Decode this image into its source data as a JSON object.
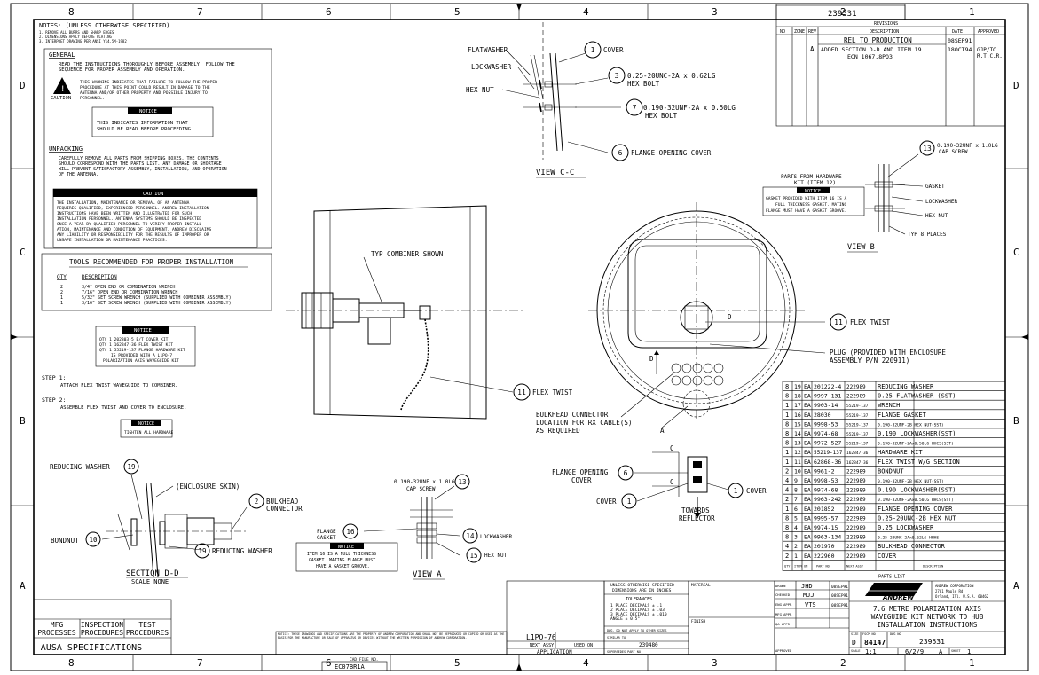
{
  "drawing_number": "239531",
  "border": {
    "top_cols": [
      "8",
      "7",
      "6",
      "5",
      "4",
      "3",
      "2",
      "1"
    ],
    "bottom_cols": [
      "8",
      "7",
      "6",
      "5",
      "4",
      "3",
      "2",
      "1"
    ],
    "left_rows": [
      "D",
      "C",
      "B",
      "A"
    ],
    "right_rows": [
      "D",
      "C",
      "B",
      "A"
    ]
  },
  "revisions": {
    "title": "REVISIONS",
    "headers": [
      "NO",
      "ZONE",
      "REV",
      "DESCRIPTION",
      "DATE",
      "APPROVED"
    ],
    "rows": [
      {
        "rev": "",
        "desc": "REL TO PRODUCTION",
        "date": "08SEP91",
        "appr": ""
      },
      {
        "rev": "A",
        "desc": "ADDED SECTION D-D AND ITEM 19.",
        "date": "18OCT94",
        "appr": "GJP/TC"
      },
      {
        "rev": "",
        "desc": "ECN 1067.8PO3",
        "date": "",
        "appr": "R.T.C.R."
      }
    ]
  },
  "notes": {
    "title": "NOTES: (UNLESS OTHERWISE SPECIFIED)",
    "lines": [
      "1. REMOVE ALL BURRS AND SHARP EDGES",
      "2. DIMENSIONS APPLY BEFORE PLATING",
      "3. INTERPRET DRAWING PER ANSI Y14.5M-1982"
    ]
  },
  "general": {
    "title": "GENERAL",
    "intro": [
      "READ THE INSTRUCTIONS THOROUGHLY BEFORE ASSEMBLY. FOLLOW THE",
      "SEQUENCE FOR PROPER ASSEMBLY AND OPERATION."
    ],
    "caution": [
      "THIS WARNING INDICATES THAT FAILURE TO FOLLOW THE PROPER",
      "PROCEDURE AT THIS POINT COULD RESULT IN DAMAGE TO THE",
      "ANTENNA AND/OR OTHER PROPERTY AND POSSIBLE INJURY TO"
    ],
    "caution_label": "CAUTION",
    "caution_tail": "PERSONNEL.",
    "notice_label": "NOTICE",
    "notice": [
      "THIS INDICATES INFORMATION THAT",
      "SHOULD BE READ BEFORE PROCEEDING."
    ]
  },
  "unpacking": {
    "title": "UNPACKING",
    "lines": [
      "CAREFULLY REMOVE ALL PARTS FROM SHIPPING BOXES. THE CONTENTS",
      "SHOULD CORRESPOND WITH THE PARTS LIST. ANY DAMAGE OR SHORTAGE",
      "WILL PREVENT SATISFACTORY ASSEMBLY, INSTALLATION, AND OPERATION",
      "OF THE ANTENNA."
    ]
  },
  "caution_box": {
    "label": "CAUTION",
    "lines": [
      "THE INSTALLATION, MAINTENANCE OR REMOVAL OF AN ANTENNA",
      "REQUIRES QUALIFIED, EXPERIENCED PERSONNEL. ANDREW INSTALLATION",
      "INSTRUCTIONS HAVE BEEN WRITTEN AND ILLUSTRATED FOR SUCH",
      "INSTALLATION PERSONNEL. ANTENNA SYSTEMS SHOULD BE INSPECTED",
      "ONCE A YEAR BY QUALIFIED PERSONNEL TO VERIFY PROPER INSTALL-",
      "ATION, MAINTENANCE AND CONDITION OF EQUIPMENT. ANDREW DISCLAIMS",
      "ANY LIABILITY OR RESPONSIBILITY FOR THE RESULTS OF IMPROPER OR",
      "UNSAFE INSTALLATION OR MAINTENANCE PRACTICES."
    ]
  },
  "tools": {
    "title": "TOOLS RECOMMENDED FOR PROPER INSTALLATION",
    "col_qty": "QTY",
    "col_desc": "DESCRIPTION",
    "rows": [
      {
        "qty": "2",
        "desc": "3/4\" OPEN END OR COMBINATION WRENCH"
      },
      {
        "qty": "2",
        "desc": "7/16\" OPEN END OR COMBINATION WRENCH"
      },
      {
        "qty": "1",
        "desc": "5/32\" SET SCREW WRENCH (SUPPLIED WITH COMBINER ASSEMBLY)"
      },
      {
        "qty": "1",
        "desc": "3/16\" SET SCREW WRENCH (SUPPLIED WITH COMBINER ASSEMBLY)"
      }
    ]
  },
  "kit_notice": {
    "label": "NOTICE",
    "lines": [
      "QTY 1 202803-5 B/T COVER KIT",
      "QTY 1 162847-36 FLEX TWIST KIT",
      "QTY 1 55219-137 FLANGE HARDWARE KIT",
      "IS PROVIDED WITH A L1PO-7",
      "POLARIZATION AXIS WAVEGUIDE KIT"
    ]
  },
  "steps": {
    "step1_label": "STEP 1:",
    "step1": "ATTACH FLEX TWIST WAVEGUIDE TO COMBINER.",
    "step2_label": "STEP 2:",
    "step2": "ASSEMBLE FLEX TWIST AND COVER TO ENCLOSURE.",
    "tighten_label": "NOTICE",
    "tighten": "TIGHTEN ALL HARDWARE"
  },
  "view_cc": {
    "title": "VIEW C-C",
    "labels": {
      "flatwasher": "FLATWASHER",
      "lockwasher": "LOCKWASHER",
      "hexnut": "HEX NUT",
      "cover": "COVER",
      "bolt1a": "0.25-20UNC-2A x 0.62LG",
      "bolt1b": "HEX BOLT",
      "bolt2a": "0.190-32UNF-2A x 0.50LG",
      "bolt2b": "HEX BOLT",
      "flange": "FLANGE OPENING COVER"
    },
    "balloons": [
      "1",
      "3",
      "7",
      "6"
    ]
  },
  "side_view": {
    "combiner": "TYP COMBINER SHOWN",
    "flex_label": "FLEX TWIST",
    "flex_balloon": "11"
  },
  "front_view": {
    "flex_label": "FLEX TWIST",
    "flex_balloon": "11",
    "plug": [
      "PLUG (PROVIDED WITH ENCLOSURE",
      "ASSEMBLY P/N 220911)"
    ],
    "bulkhead": [
      "BULKHEAD CONNECTOR",
      "LOCATION FOR RX CABLE(S)",
      "AS REQUIRED"
    ],
    "flange_open": [
      "FLANGE OPENING",
      "COVER"
    ],
    "cover1": "COVER",
    "cover2": "COVER",
    "towards": [
      "TOWARDS",
      "REFLECTOR"
    ],
    "letters": {
      "a": "A",
      "c1": "C",
      "c2": "C",
      "d1": "D",
      "d2": "D"
    },
    "balloons": {
      "b6": "6",
      "b1a": "1",
      "b1b": "1"
    }
  },
  "hardware_note": {
    "title": [
      "PARTS FROM HARDWARE",
      "KIT (ITEM 12)."
    ],
    "label": "NOTICE",
    "lines": [
      "GASKET PROVIDED WITH ITEM 16 IS A",
      "FULL THICKNESS GASKET. MATING",
      "FLANGE MUST HAVE A GASKET GROOVE."
    ]
  },
  "view_b": {
    "title": "VIEW B",
    "screw": [
      "0.190-32UNF x 1.0LG",
      "CAP SCREW"
    ],
    "balloon": "13",
    "gasket": "GASKET",
    "lockwasher": "LOCKWASHER",
    "hexnut": "HEX NUT",
    "typ": "TYP 8 PLACES"
  },
  "section_dd": {
    "title": "SECTION D-D",
    "scale": "SCALE NONE",
    "reducing1": "REDUCING WASHER",
    "skin": "(ENCLOSURE SKIN)",
    "bulkhead": [
      "BULKHEAD",
      "CONNECTOR"
    ],
    "bondnut": "BONDNUT",
    "reducing2": "REDUCING WASHER",
    "balloons": {
      "b19a": "19",
      "b2": "2",
      "b10": "10",
      "b19b": "19"
    }
  },
  "view_a": {
    "title": "VIEW A",
    "screw": [
      "0.190-32UNF x 1.0LG",
      "CAP SCREW"
    ],
    "flange_gasket": [
      "FLANGE",
      "GASKET"
    ],
    "lockwasher": "LOCKWASHER",
    "hexnut": "HEX NUT",
    "balloons": {
      "b13": "13",
      "b16": "16",
      "b14": "14",
      "b15": "15"
    },
    "notice_label": "NOTICE",
    "notice": [
      "ITEM 16 IS A FULL THICKNESS",
      "GASKET. MATING FLANGE MUST",
      "HAVE A GASKET GROOVE."
    ]
  },
  "parts_list": {
    "title": "PARTS LIST",
    "rows": [
      [
        "8",
        "19",
        "EA",
        "201222-4",
        "222989",
        "REDUCING WASHER"
      ],
      [
        "8",
        "18",
        "EA",
        "9997-131",
        "222989",
        "0.25 FLATWASHER (SST)"
      ],
      [
        "1",
        "17",
        "EA",
        "9903-14",
        "55219-137",
        "WRENCH"
      ],
      [
        "1",
        "16",
        "EA",
        "28030",
        "55219-137",
        "FLANGE GASKET"
      ],
      [
        "8",
        "15",
        "EA",
        "9998-53",
        "55219-137",
        "0.190-32UNF-2B HEX NUT(SST)"
      ],
      [
        "8",
        "14",
        "EA",
        "9974-68",
        "55219-137",
        "0.190 LOCKWASHER(SST)"
      ],
      [
        "8",
        "13",
        "EA",
        "9972-527",
        "55219-137",
        "0.190-32UNF-2Ax0.50LG HHCS(SST)"
      ],
      [
        "1",
        "12",
        "EA",
        "55219-137",
        "162847-36",
        "HARDWARE KIT"
      ],
      [
        "1",
        "11",
        "EA",
        "62868-36",
        "162847-36",
        "FLEX TWIST W/G SECTION"
      ],
      [
        "2",
        "10",
        "EA",
        "9961-2",
        "222989",
        "BONDNUT"
      ],
      [
        "4",
        "9",
        "EA",
        "9998-53",
        "222989",
        "0.190-32UNF-2B HEX NUT(SST)"
      ],
      [
        "4",
        "8",
        "EA",
        "9974-68",
        "222989",
        "0.190 LOCKWASHER(SST)"
      ],
      [
        "2",
        "7",
        "EA",
        "9963-242",
        "222989",
        "0.190-32UNF-2Ax0.50LG HHCS(SST)"
      ],
      [
        "1",
        "6",
        "EA",
        "201852",
        "222989",
        "FLANGE OPENING COVER"
      ],
      [
        "8",
        "5",
        "EA",
        "9995-57",
        "222989",
        "0.25-20UNC-2B HEX NUT"
      ],
      [
        "8",
        "4",
        "EA",
        "9974-15",
        "222989",
        "0.25 LOCKWASHER"
      ],
      [
        "8",
        "3",
        "EA",
        "9963-134",
        "222989",
        "0.25-20UNC-2Ax0.62LG HHHS"
      ],
      [
        "4",
        "2",
        "EA",
        "201970",
        "222989",
        "BULKHEAD CONNECTOR"
      ],
      [
        "2",
        "1",
        "EA",
        "222960",
        "222989",
        "COVER"
      ]
    ],
    "headers": [
      "QTY",
      "ITEM",
      "UM",
      "PART NO",
      "NEXT ASSY",
      "DESCRIPTION"
    ]
  },
  "title_block": {
    "company": "ANDREW",
    "company_block": [
      "ANDREW CORPORATION",
      "2701 Maple Rd.",
      "Orland, Ill. U.S.A. 60462"
    ],
    "title": [
      "7.6 METRE POLARIZATION AXIS",
      "WAVEGUIDE KIT NETWORK TO HUB",
      "INSTALLATION INSTRUCTIONS"
    ],
    "size": "D",
    "code": "84147",
    "dwg_no": "239531",
    "scale": "1:1",
    "rev": "A",
    "sheet": "1",
    "drawn": "JHD",
    "checked": "MJJ",
    "eng": "VTS",
    "dates": [
      "08SEP91",
      "08SEP91",
      "08SEP91"
    ],
    "row_labels": [
      "DRAWN",
      "CHECKED",
      "ENG APPR",
      "MFG APPR",
      "QA APPR",
      "APPROVED"
    ],
    "sheet_label": "SHEET",
    "scale_label": "SCALE",
    "size_label": "SIZE",
    "fscm_label": "FSCM NO",
    "dwg_label": "DWG NO",
    "date_code": "6/2/9"
  },
  "tolerances": {
    "header": [
      "UNLESS OTHERWISE SPECIFIED",
      "DIMENSIONS ARE IN INCHES"
    ],
    "title": "TOLERANCES",
    "lines": [
      "1 PLACE DECIMALS ± .1",
      "2 PLACE DECIMALS ± .03",
      "3 PLACE DECIMALS ± .010",
      "ANGLE ± 0.5°"
    ],
    "material": "MATERIAL",
    "finish": "FINISH",
    "dwg_appr": "DWG. DO NOT APPLY TO OTHER SIZES",
    "similar": "SIMILAR TO",
    "similar_val": "239480",
    "supersedes": "SUPERSEDES PART NO"
  },
  "application": {
    "label": "APPLICATION",
    "model": "L1PO-76",
    "next_assy": "NEXT ASSY",
    "used_on": "USED ON"
  },
  "mfg": {
    "cols": [
      "MFG",
      "INSPECTION",
      "TEST"
    ],
    "cols2": [
      "PROCESSES",
      "PROCEDURES",
      "PROCEDURES"
    ],
    "spec": "AUSA SPECIFICATIONS"
  },
  "cad": {
    "label": "CAD FILE NO.",
    "value": "EC07BR1A"
  },
  "proprietary": "NOTICE: THESE DRAWINGS AND SPECIFICATIONS ARE THE PROPERTY OF ANDREW CORPORATION AND SHALL NOT BE REPRODUCED OR COPIED OR USED AS THE BASIS FOR THE MANUFACTURE OR SALE OF APPARATUS OR DEVICES WITHOUT THE WRITTEN PERMISSION OF ANDREW CORPORATION.",
  "icons": [
    "caution-triangle-icon",
    "andrew-logo-icon"
  ]
}
